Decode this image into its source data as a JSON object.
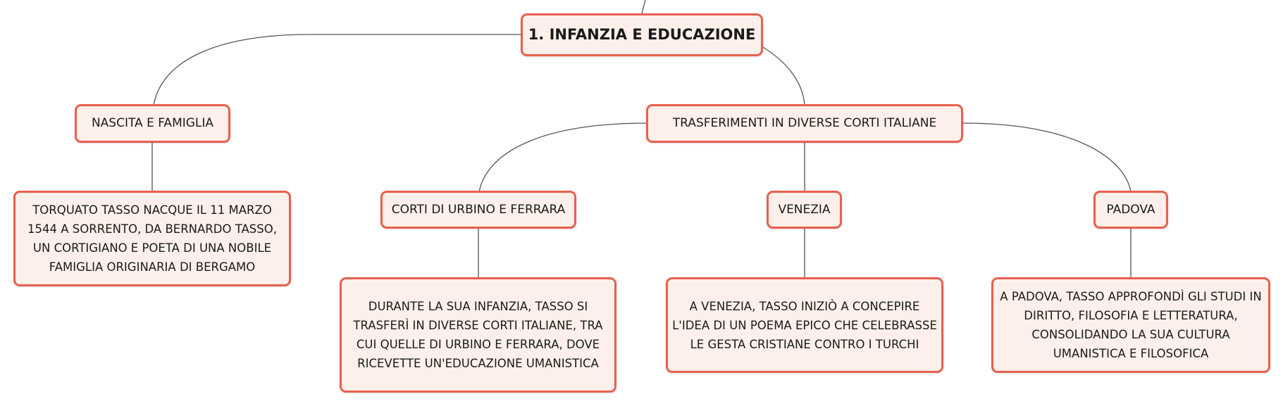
{
  "colors": {
    "border": "#e8604e",
    "fill": "#fdf0ea",
    "line": "#555555"
  },
  "root": {
    "label": "1. INFANZIA E EDUCAZIONE"
  },
  "branches": {
    "nascita": {
      "label": "NASCITA E FAMIGLIA",
      "detail": "TORQUATO TASSO NACQUE IL 11 MARZO 1544 A SORRENTO, DA BERNARDO TASSO, UN CORTIGIANO E POETA DI UNA NOBILE FAMIGLIA ORIGINARIA DI BERGAMO"
    },
    "trasferimenti": {
      "label": "TRASFERIMENTI IN DIVERSE CORTI ITALIANE",
      "children": {
        "urbino": {
          "label": "CORTI DI URBINO E FERRARA",
          "detail": "DURANTE LA SUA INFANZIA, TASSO SI TRASFERÌ IN DIVERSE CORTI ITALIANE, TRA CUI QUELLE DI URBINO E FERRARA, DOVE RICEVETTE UN'EDUCAZIONE UMANISTICA"
        },
        "venezia": {
          "label": "VENEZIA",
          "detail": "A VENEZIA, TASSO INIZIÒ A CONCEPIRE L'IDEA DI UN POEMA EPICO CHE CELEBRASSE LE GESTA CRISTIANE CONTRO I TURCHI"
        },
        "padova": {
          "label": "PADOVA",
          "detail": "A PADOVA, TASSO APPROFONDÌ GLI STUDI IN DIRITTO, FILOSOFIA E LETTERATURA, CONSOLIDANDO LA SUA CULTURA UMANISTICA E FILOSOFICA"
        }
      }
    }
  }
}
